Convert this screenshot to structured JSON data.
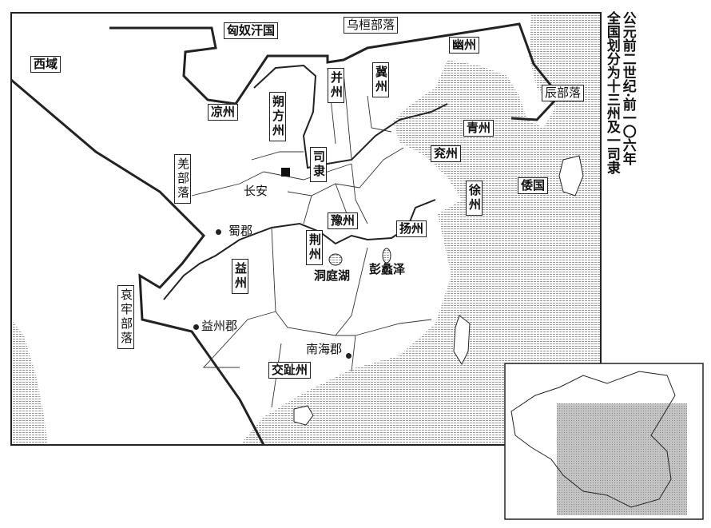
{
  "title": {
    "line1": "公元前二世纪·前一〇六年",
    "line2": "全国划分为十三州及一司隶"
  },
  "regions": {
    "xiongnu": "匈奴汗国",
    "wuhuan": "乌桓部落",
    "youzhou": "幽州",
    "chen": "辰部落",
    "wo": "倭国",
    "xiyu": "西域",
    "liangzhou": "凉州",
    "shuofang": "朔方州",
    "bingzhou": "并州",
    "jizhou": "冀州",
    "sili": "司隶",
    "qingzhou": "青州",
    "yanzhou": "兖州",
    "xuzhou": "徐州",
    "qiang": "羌部落",
    "yuzhou": "豫州",
    "jingzhou": "荆州",
    "yangzhou": "扬州",
    "yizhou": "益州",
    "ailao": "哀牢部落",
    "jiaozhi": "交趾州"
  },
  "places": {
    "changan": "长安",
    "shujun": "蜀郡",
    "yizhoujun": "益州郡",
    "nanhaijun": "南海郡",
    "dongting": "洞庭湖",
    "pengli": "彭蠡泽"
  },
  "colors": {
    "sea": "#d8d8d8",
    "border": "#222222",
    "inset_fill": "#bdbdbd"
  }
}
